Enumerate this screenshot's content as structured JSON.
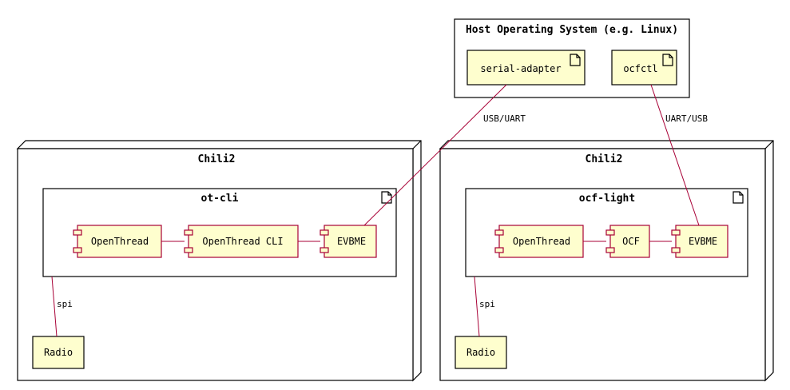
{
  "host": {
    "title": "Host Operating System (e.g. Linux)",
    "artifacts": {
      "serial_adapter": "serial-adapter",
      "ocfctl": "ocfctl"
    }
  },
  "nodes": {
    "left": {
      "title": "Chili2",
      "artifact": "ot-cli",
      "components": {
        "openthread": "OpenThread",
        "openthread_cli": "OpenThread CLI",
        "evbme": "EVBME"
      },
      "radio": "Radio",
      "spi_label": "spi"
    },
    "right": {
      "title": "Chili2",
      "artifact": "ocf-light",
      "components": {
        "openthread": "OpenThread",
        "ocf": "OCF",
        "evbme": "EVBME"
      },
      "radio": "Radio",
      "spi_label": "spi"
    }
  },
  "edges": {
    "usb_uart": "USB/UART",
    "uart_usb": "UART/USB"
  },
  "colors": {
    "fill": "#FEFECE",
    "component_border": "#A80036",
    "edge": "#A80036",
    "frame": "#000000"
  }
}
